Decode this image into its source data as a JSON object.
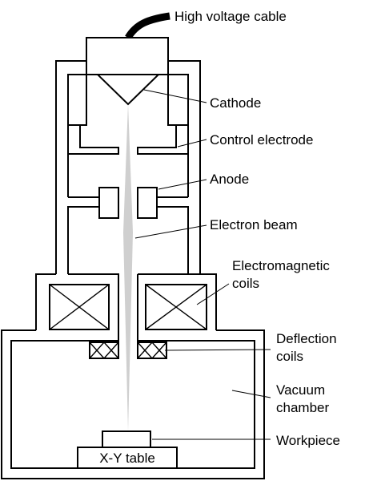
{
  "labels": {
    "high_voltage_cable": "High voltage cable",
    "cathode": "Cathode",
    "control_electrode": "Control electrode",
    "anode": "Anode",
    "electron_beam": "Electron beam",
    "electromagnetic_1": "Electromagnetic",
    "electromagnetic_2": "coils",
    "deflection_1": "Deflection",
    "deflection_2": "coils",
    "vacuum_1": "Vacuum",
    "vacuum_2": "chamber",
    "workpiece": "Workpiece",
    "xy_table": "X-Y table"
  },
  "colors": {
    "outline": "#000000",
    "beam": "#cfcfcf",
    "background": "#ffffff"
  }
}
